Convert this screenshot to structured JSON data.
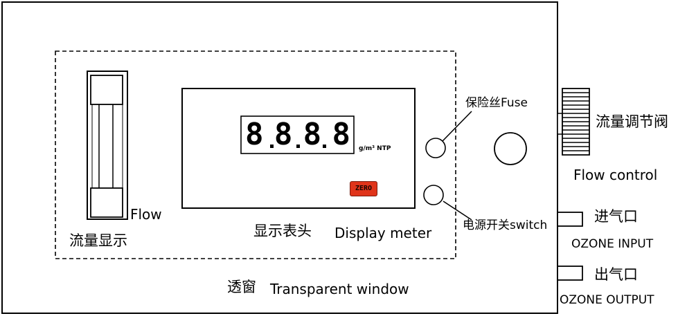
{
  "labels": {
    "flow_display_cn": "流量显示",
    "flow_en": "Flow",
    "display_meter_cn": "显示表头",
    "display_meter_en": "Display meter",
    "transparent_window_cn": "透窗",
    "transparent_window_en": "Transparent window",
    "fuse": "保险丝Fuse",
    "power_switch": "电源开关switch",
    "flow_valve_cn": "流量调节阀",
    "flow_control_en": "Flow control",
    "inlet_cn": "进气口",
    "inlet_en": "OZONE  INPUT",
    "outlet_cn": "出气口",
    "outlet_en": "OZONE  OUTPUT"
  },
  "meter": {
    "digits": [
      "8",
      "8",
      "8",
      "8"
    ],
    "unit": "g/m³ NTP",
    "zero_label": "ZERO"
  },
  "colors": {
    "zero_button": "#e0341a",
    "line": "#000000"
  }
}
